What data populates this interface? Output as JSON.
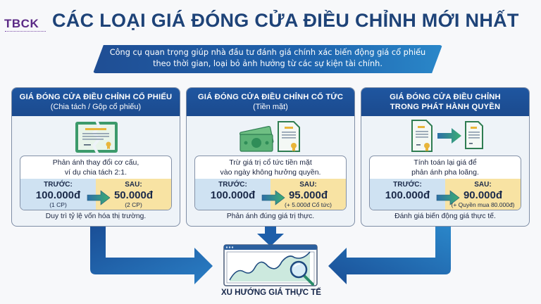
{
  "header": {
    "logo": "TBCK",
    "title": "CÁC LOẠI GIÁ ĐÓNG CỬA ĐIỀU CHỈNH MỚI NHẤT",
    "subtitle_line1": "Công cụ quan trọng giúp nhà đầu tư đánh giá chính xác biến động giá cổ phiếu",
    "subtitle_line2": "theo thời gian, loại bỏ ảnh hưởng từ các sự kiện tài chính."
  },
  "cards": [
    {
      "title": "GIÁ ĐÓNG CỬA ĐIỀU CHỈNH CỔ PHIẾU",
      "subtitle": "(Chia tách / Gộp cổ phiếu)",
      "icon": "torn-certificate-icon",
      "desc_line1": "Phản ánh thay đổi cơ cấu,",
      "desc_line2": "ví dụ chia tách 2:1.",
      "before_label": "TRƯỚC:",
      "before_value": "100.000đ",
      "before_note": "(1 CP)",
      "after_label": "SAU:",
      "after_value": "50.000đ",
      "after_note": "(2 CP)",
      "footer": "Duy trì tỷ lệ vốn hóa thị trường."
    },
    {
      "title": "GIÁ ĐÓNG CỬA ĐIỀU CHỈNH CỔ TỨC",
      "subtitle": "(Tiền mặt)",
      "icon": "cash-and-certificate-icon",
      "desc_line1": "Trừ giá trị cổ tức tiền mặt",
      "desc_line2": "vào ngày không hưởng quyền.",
      "before_label": "TRƯỚC:",
      "before_value": "100.000đ",
      "before_note": "",
      "after_label": "SAU:",
      "after_value": "95.000đ",
      "after_note": "(+ 5.000đ Cổ tức)",
      "footer": "Phản ánh đúng giá trị thực."
    },
    {
      "title": "GIÁ ĐÓNG CỬA ĐIỀU CHỈNH",
      "subtitle": "TRONG PHÁT HÀNH QUYỀN",
      "icon": "certificate-to-document-icon",
      "desc_line1": "Tính toán lại giá để",
      "desc_line2": "phản ánh pha loãng.",
      "before_label": "TRƯỚC:",
      "before_value": "100.000đ",
      "before_note": "",
      "after_label": "SAU:",
      "after_value": "90.000đ",
      "after_note": "(+ Quyền mua 80.000đ)",
      "footer": "Đánh giá biến động giá thực tế."
    }
  ],
  "result": {
    "label": "XU HƯỚNG GIÁ THỰC TẾ",
    "icon": "chart-window-magnifier-icon"
  },
  "colors": {
    "title": "#1e4378",
    "logo": "#5b2a86",
    "card_header": "#1f56a0",
    "before_bg": "#cfe2f2",
    "after_bg": "#f8e3a3",
    "arrow_green": "#3aa07a",
    "flow_arrow": "#1c5ea8"
  }
}
